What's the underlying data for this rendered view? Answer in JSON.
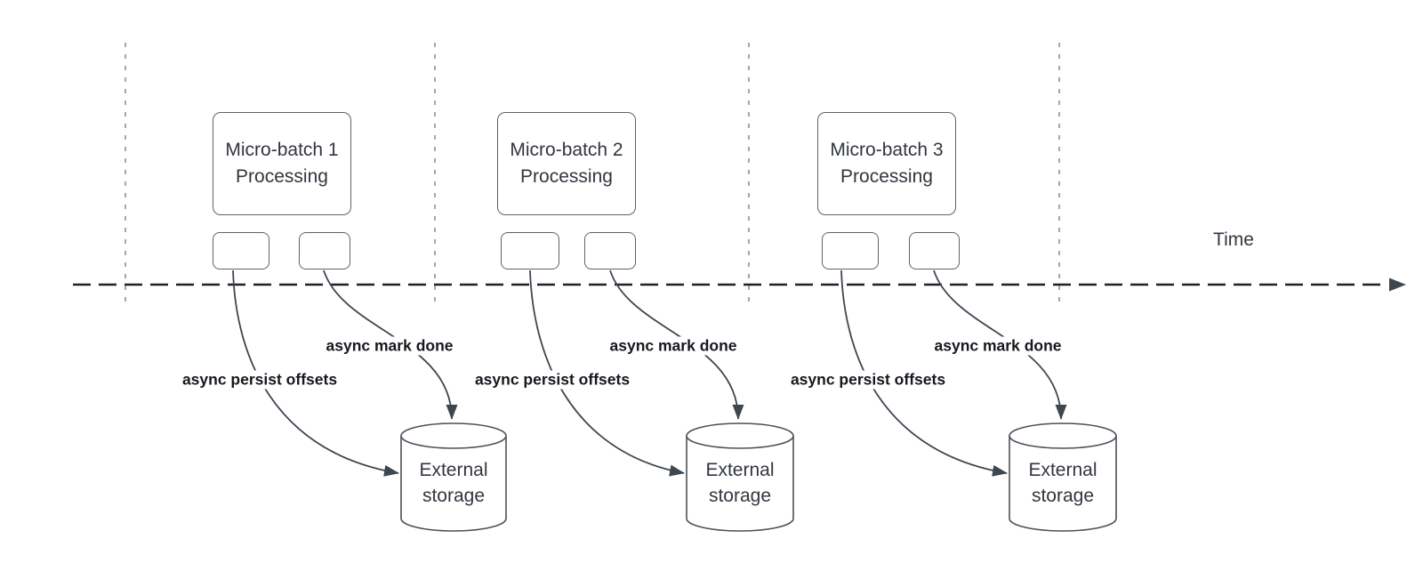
{
  "time_axis_label": "Time",
  "groups": [
    {
      "box_title": "Micro-batch 1\nProcessing",
      "persist_label": "async persist offsets",
      "mark_label": "async mark done",
      "storage_label": "External\nstorage"
    },
    {
      "box_title": "Micro-batch 2\nProcessing",
      "persist_label": "async persist offsets",
      "mark_label": "async mark done",
      "storage_label": "External\nstorage"
    },
    {
      "box_title": "Micro-batch 3\nProcessing",
      "persist_label": "async persist offsets",
      "mark_label": "async mark done",
      "storage_label": "External\nstorage"
    }
  ],
  "colors": {
    "background": "#ffffff",
    "line_dark": "#1d2129",
    "curve": "#3e4650",
    "box_border": "#5c636b",
    "box_text": "#32363f",
    "label_text": "#16191f",
    "gridline": "#a7a7a7",
    "cylinder_stroke": "#4a5158"
  }
}
